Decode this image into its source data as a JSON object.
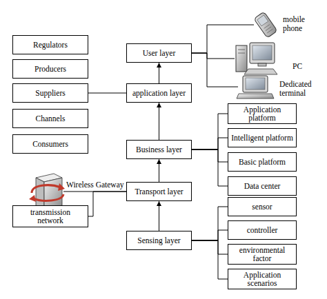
{
  "diagram": {
    "nodes": [
      {
        "text": [
          "Regulators"
        ]
      },
      {
        "text": [
          "Producers"
        ]
      },
      {
        "text": [
          "Suppliers"
        ]
      },
      {
        "text": [
          "Channels"
        ]
      },
      {
        "text": [
          "Consumers"
        ]
      },
      {
        "text": [
          "User layer"
        ]
      },
      {
        "text": [
          "application layer"
        ]
      },
      {
        "text": [
          "Business layer"
        ]
      },
      {
        "text": [
          "Transport layer"
        ]
      },
      {
        "text": [
          "Sensing layer"
        ]
      },
      {
        "text": [
          "mobile phone"
        ]
      },
      {
        "text": [
          "PC"
        ]
      },
      {
        "text": [
          "Dedicated terminal"
        ]
      },
      {
        "text": [
          "Application platform"
        ]
      },
      {
        "text": [
          "Intelligent platform"
        ]
      },
      {
        "text": [
          "Basic platform"
        ]
      },
      {
        "text": [
          "Data center"
        ]
      },
      {
        "text": [
          "Wireless Gateway"
        ]
      },
      {
        "text": [
          "transmission network"
        ]
      },
      {
        "text": [
          "sensor"
        ]
      },
      {
        "text": [
          "controller"
        ]
      },
      {
        "text": [
          "environmental factor"
        ]
      },
      {
        "text": [
          "Application scenarios"
        ]
      }
    ],
    "edges": [
      {
        "from": 9,
        "to": 8,
        "arrow": "to"
      },
      {
        "from": 8,
        "to": 7,
        "arrow": "to"
      },
      {
        "from": 7,
        "to": 6,
        "arrow": "to"
      },
      {
        "from": 6,
        "to": 5,
        "arrow": "to"
      },
      {
        "from": 5,
        "to": 10,
        "arrow": "none"
      },
      {
        "from": 5,
        "to": 11,
        "arrow": "none"
      },
      {
        "from": 5,
        "to": 12,
        "arrow": "none"
      },
      {
        "from": 6,
        "to": 2,
        "arrow": "none"
      },
      {
        "from": 7,
        "to": 13,
        "arrow": "none"
      },
      {
        "from": 7,
        "to": 14,
        "arrow": "none"
      },
      {
        "from": 7,
        "to": 15,
        "arrow": "none"
      },
      {
        "from": 7,
        "to": 16,
        "arrow": "none"
      },
      {
        "from": 8,
        "to": 17,
        "arrow": "none"
      },
      {
        "from": 8,
        "to": 18,
        "arrow": "none"
      },
      {
        "from": 9,
        "to": 19,
        "arrow": "none"
      },
      {
        "from": 9,
        "to": 20,
        "arrow": "none"
      },
      {
        "from": 9,
        "to": 21,
        "arrow": "none"
      },
      {
        "from": 9,
        "to": 22,
        "arrow": "none"
      }
    ]
  }
}
